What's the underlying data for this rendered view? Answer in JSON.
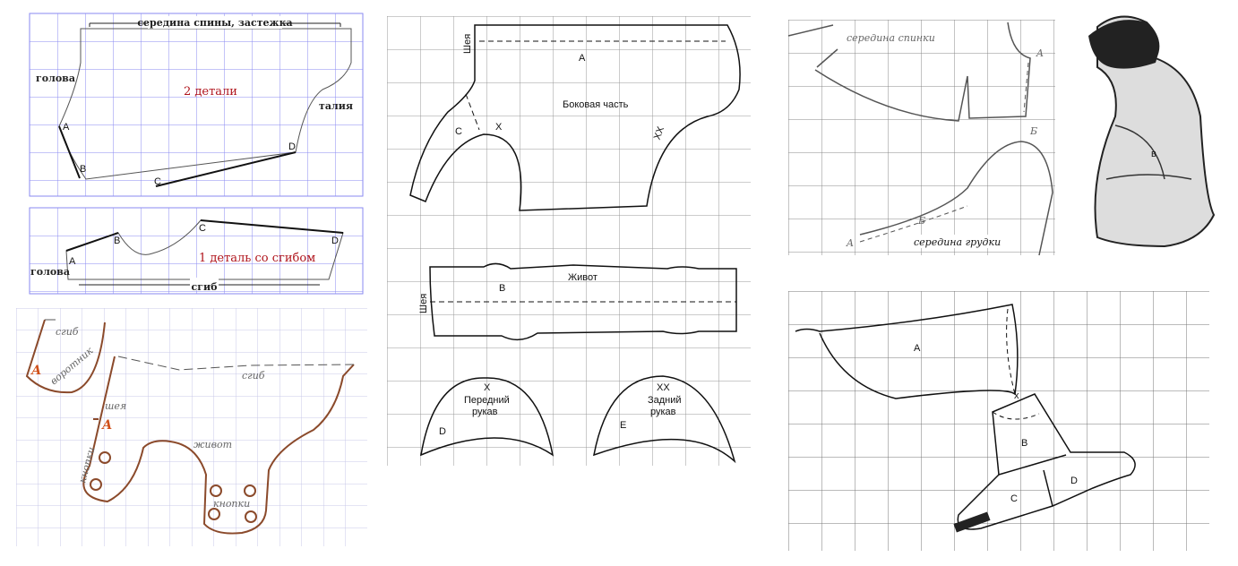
{
  "panel1": {
    "top_label": "середина спины, застежка",
    "head": "голова",
    "waist": "талия",
    "count": "2 детали",
    "points": [
      "A",
      "B",
      "C",
      "D"
    ]
  },
  "panel2": {
    "head": "голова",
    "fold": "сгиб",
    "count": "1 деталь со сгибом",
    "points": [
      "A",
      "B",
      "C",
      "D"
    ]
  },
  "panel3": {
    "fold1": "сгиб",
    "collar": "воротник",
    "a1": "А",
    "fold2": "сгиб",
    "neck": "шея",
    "a2": "А",
    "belly": "живот",
    "snaps1": "кнопки",
    "snaps2": "кнопки"
  },
  "panel4": {
    "neck1": "Шея",
    "a": "A",
    "side": "Боковая часть",
    "c": "C",
    "x": "X",
    "xx": "XX",
    "belly": "Живот",
    "b": "B",
    "neck2": "Шея",
    "front_x": "X",
    "front": "Передний",
    "front2": "рукав",
    "d": "D",
    "back_xx": "XX",
    "back": "Задний",
    "back2": "рукав",
    "e": "E"
  },
  "panel5": {
    "back_mid": "середина спинки",
    "a1": "A",
    "b1": "Б",
    "b2": "Б",
    "a2": "A",
    "chest_mid": "середина грудки"
  },
  "panel6": {
    "a": "A",
    "x": "x",
    "b": "B",
    "c": "C",
    "d": "D"
  },
  "photo": {
    "mark": "в"
  },
  "colors": {
    "blue_grid": "#8080f0",
    "brown": "#8b4a2b",
    "red": "#b0141c"
  }
}
